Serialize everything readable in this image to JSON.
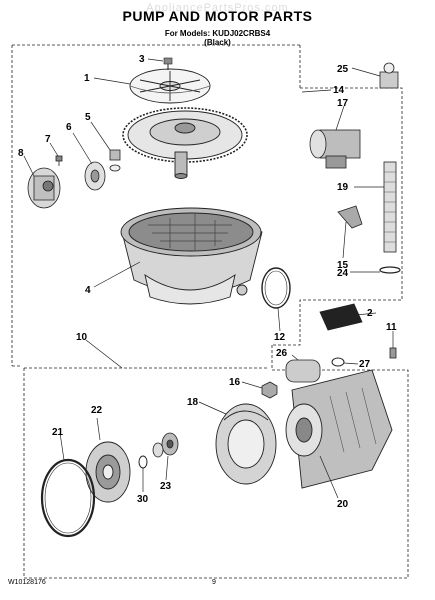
{
  "watermark": "AppliancePartsPros.com",
  "title": "PUMP AND MOTOR PARTS",
  "models_line": "For Models: KUDJ02CRBS4",
  "color_line": "(Black)",
  "doc_number": "W10128176",
  "page_number": "9",
  "callouts": [
    "1",
    "2",
    "3",
    "4",
    "5",
    "6",
    "7",
    "8",
    "10",
    "11",
    "12",
    "14",
    "15",
    "16",
    "17",
    "18",
    "19",
    "20",
    "21",
    "22",
    "23",
    "24",
    "25",
    "26",
    "27",
    "30"
  ]
}
